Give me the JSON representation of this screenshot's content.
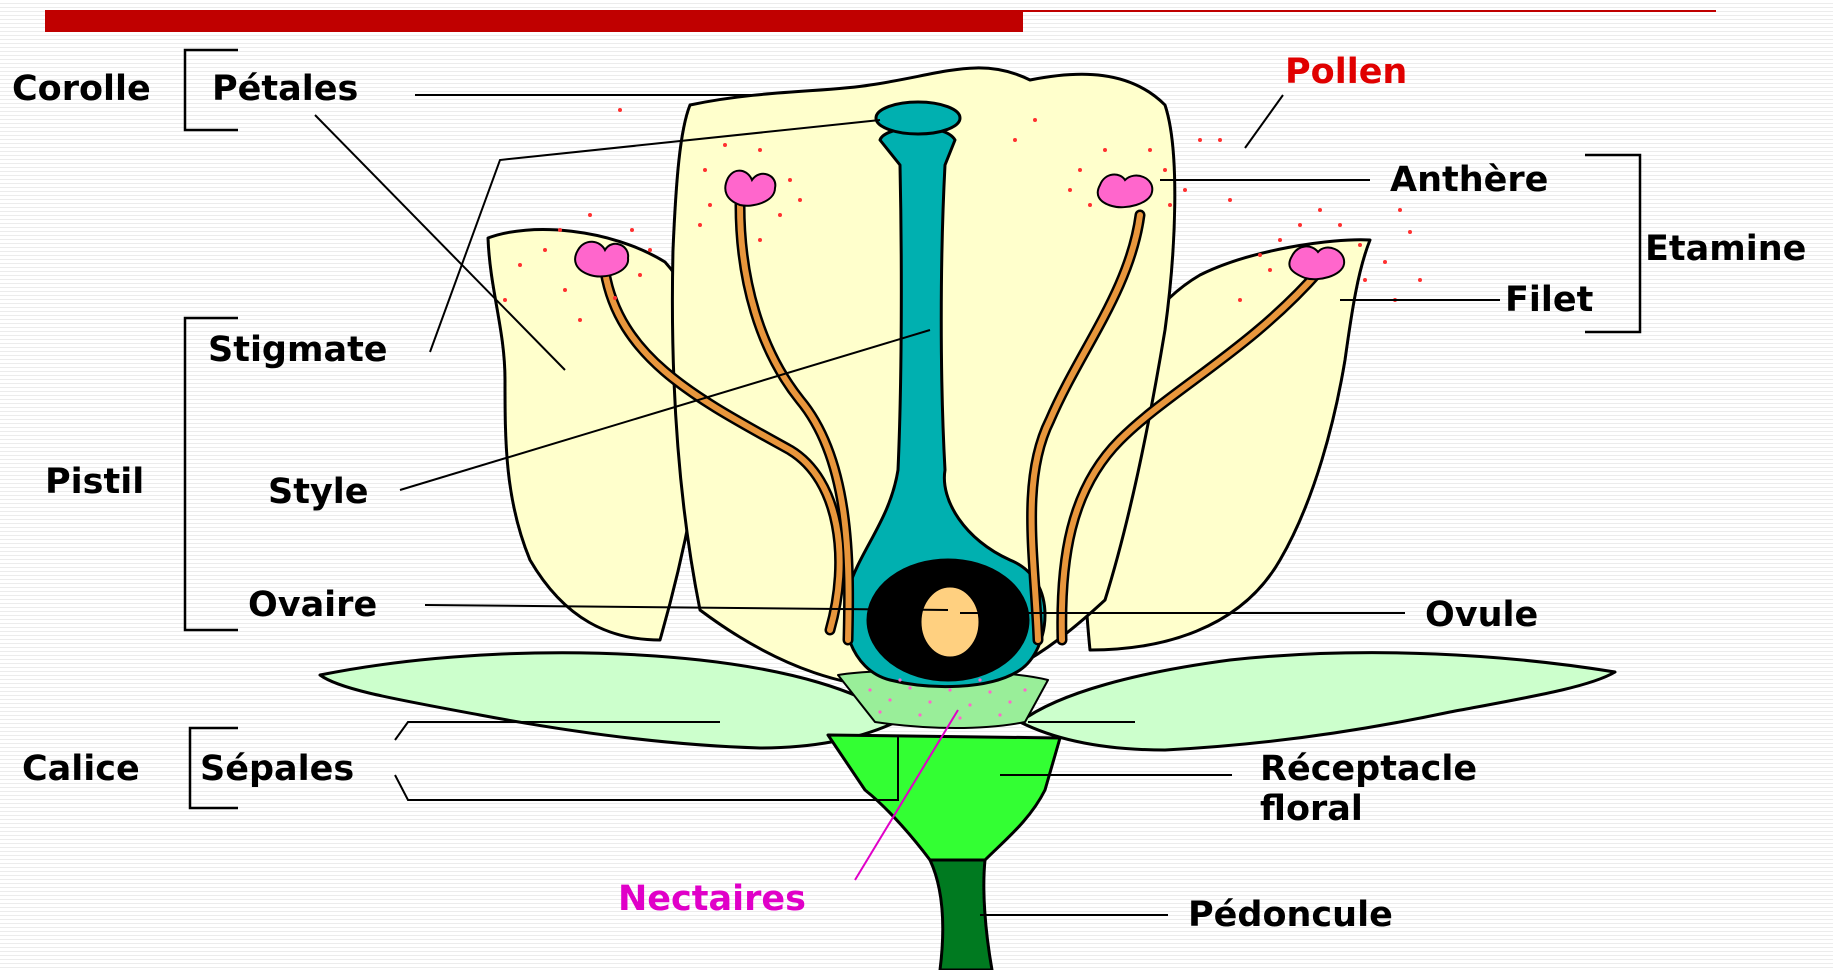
{
  "labels": {
    "corolle": "Corolle",
    "petales": "Pétales",
    "pollen": "Pollen",
    "anthere": "Anthère",
    "etamine": "Etamine",
    "filet": "Filet",
    "stigmate": "Stigmate",
    "pistil": "Pistil",
    "style": "Style",
    "ovaire": "Ovaire",
    "ovule": "Ovule",
    "calice": "Calice",
    "sepales": "Sépales",
    "receptacle_line1": "Réceptacle",
    "receptacle_line2": "floral",
    "nectaires": "Nectaires",
    "pedoncule": "Pédoncule"
  },
  "colors": {
    "title_bar": "#c00000",
    "petal": "#ffffcc",
    "sepal": "#ccffcc",
    "receptacle": "#33ff33",
    "pistil": "#00b0b0",
    "ovary_core": "#000000",
    "ovule": "#ffd080",
    "anther": "#ff66cc",
    "filament": "#e8963c",
    "pollen": "#ff3030",
    "peduncle": "#007a20",
    "pollen_label": "#e00000",
    "nectaires_label": "#e000c8"
  }
}
